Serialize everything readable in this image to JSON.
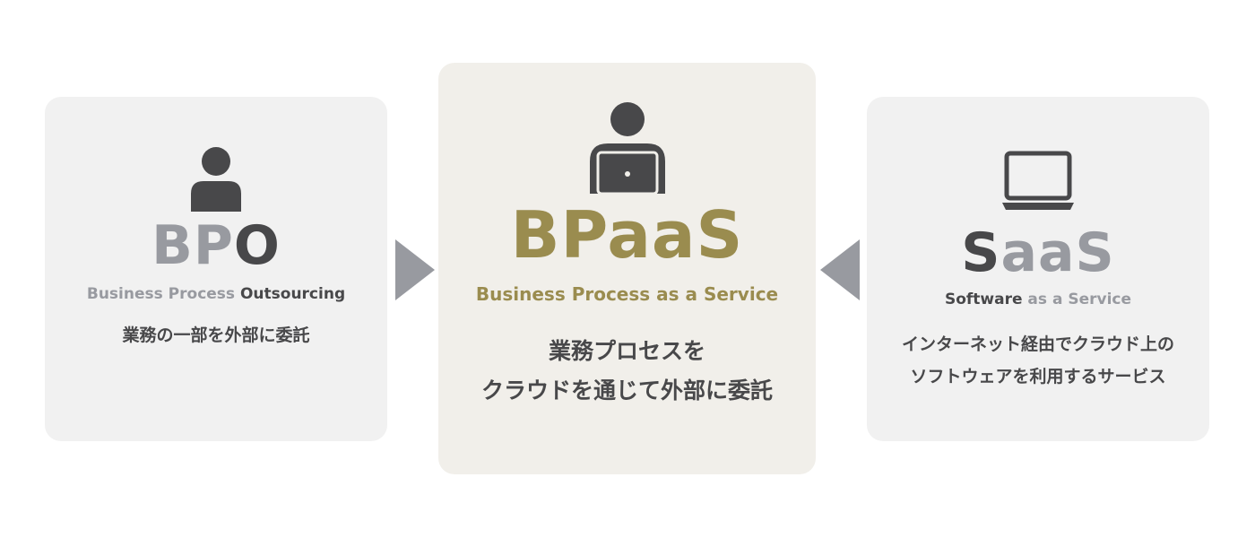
{
  "colors": {
    "dark_gray": "#48484a",
    "light_gray": "#989aa0",
    "gold": "#9a8c4f",
    "side_card_bg": "#f1f1f1",
    "center_card_bg": "#f1efea"
  },
  "bpo": {
    "icon": "person-icon",
    "acronym": {
      "part1": "BP",
      "part2": "O"
    },
    "fullname": {
      "part1": "Business Process ",
      "part2": "Outsourcing"
    },
    "description": "業務の一部を外部に委託"
  },
  "bpaas": {
    "icon": "person-laptop-icon",
    "acronym": "BPaaS",
    "fullname": "Business Process as a Service",
    "description": [
      "業務プロセスを",
      "クラウドを通じて外部に委託"
    ]
  },
  "saas": {
    "icon": "laptop-icon",
    "acronym": {
      "part1": "S",
      "part2": "aaS"
    },
    "fullname": {
      "part1": "Software",
      "part2": " as a Service"
    },
    "description": [
      "インターネット経由でクラウド上の",
      "ソフトウェアを利用するサービス"
    ]
  },
  "arrows": {
    "left": "arrow-right-icon",
    "right": "arrow-left-icon"
  }
}
